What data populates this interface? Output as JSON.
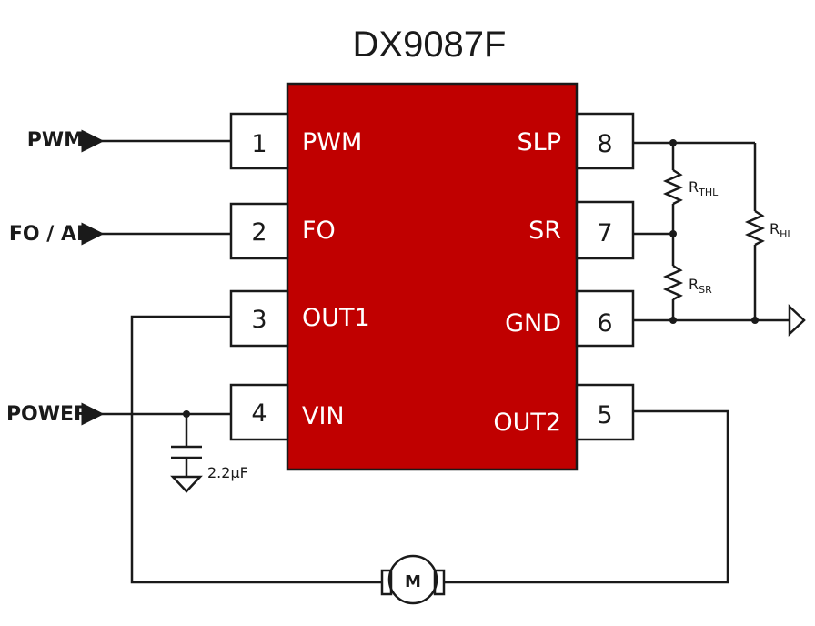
{
  "title": "DX9087F",
  "chip": {
    "color": "#c00000"
  },
  "pins": [
    {
      "num": "1",
      "label": "PWM"
    },
    {
      "num": "2",
      "label": "FO"
    },
    {
      "num": "3",
      "label": "OUT1"
    },
    {
      "num": "4",
      "label": "VIN"
    },
    {
      "num": "5",
      "label": "OUT2"
    },
    {
      "num": "6",
      "label": "GND"
    },
    {
      "num": "7",
      "label": "SR"
    },
    {
      "num": "8",
      "label": "SLP"
    }
  ],
  "signals": {
    "pwm": "PWM",
    "fo": "FO / AL",
    "power": "POWER"
  },
  "resistors": {
    "rthl": {
      "main": "R",
      "sub": "THL"
    },
    "rsr": {
      "main": "R",
      "sub": "SR"
    },
    "rhl": {
      "main": "R",
      "sub": "HL"
    }
  },
  "capacitor": "2.2μF",
  "motor": "M"
}
